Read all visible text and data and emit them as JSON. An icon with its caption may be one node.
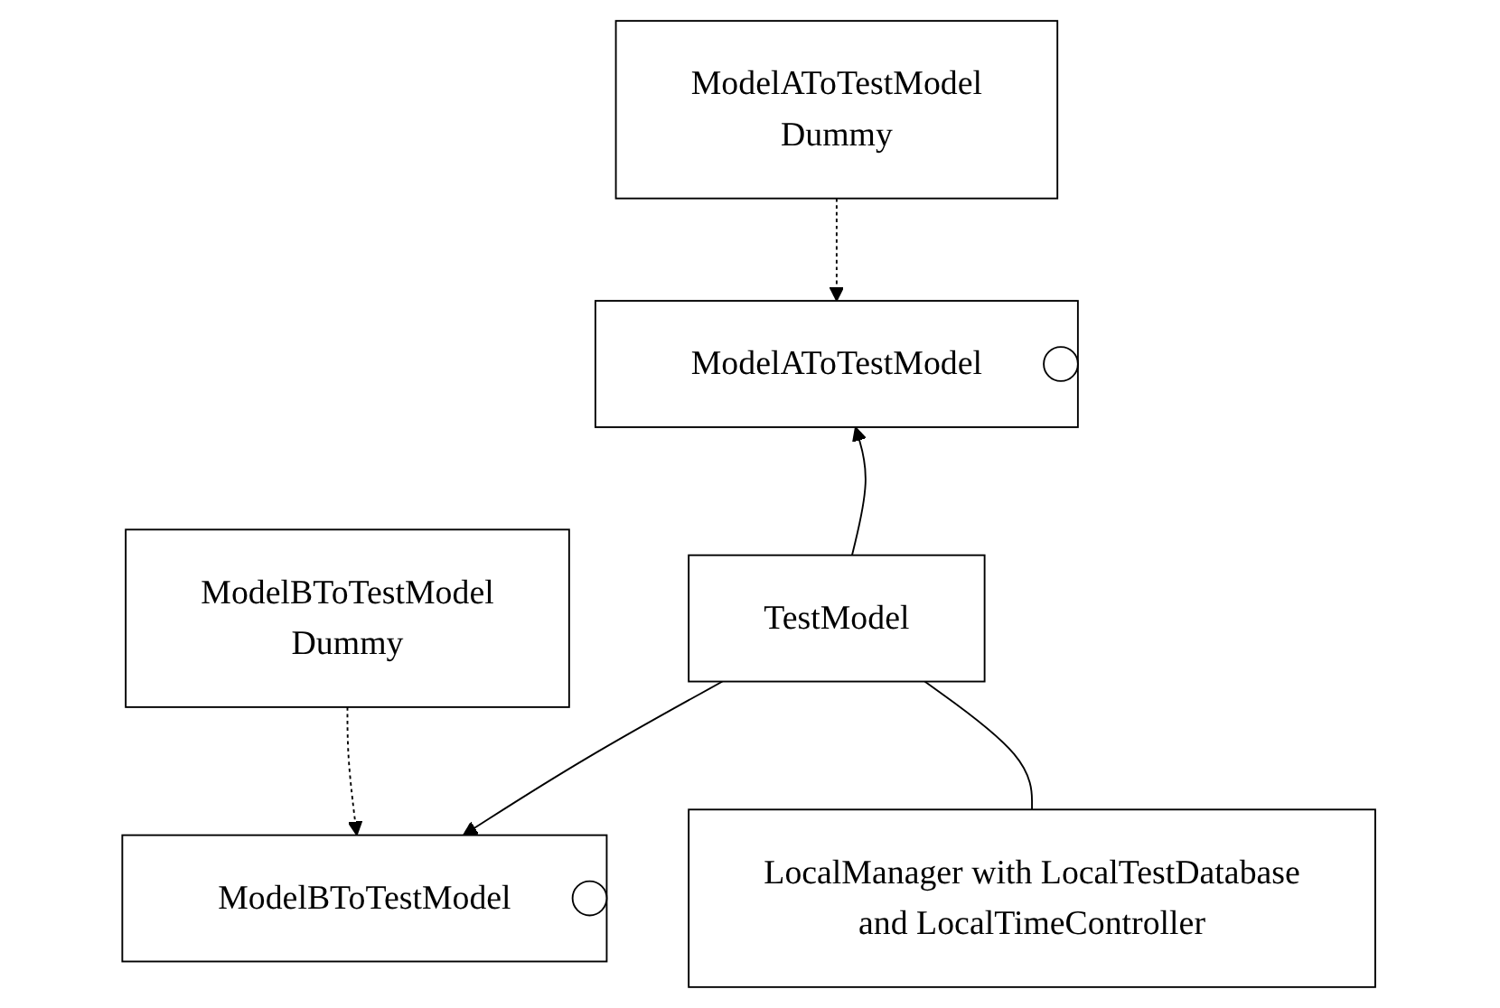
{
  "diagram": {
    "nodes": [
      {
        "text": [
          "ModelAToTestModel Dummy"
        ]
      },
      {
        "text": [
          "ModelBToTestModel Dummy"
        ]
      },
      {
        "text": [
          "ModelAToTestModel"
        ]
      },
      {
        "text": [
          "ModelBToTestModel"
        ]
      },
      {
        "text": [
          "TestModel"
        ]
      },
      {
        "text": [
          "LocalManager with LocalTestDatabase and LocalTimeController"
        ]
      }
    ],
    "edges": [
      {
        "from": 0,
        "to": 2,
        "arrow": "to",
        "style": "dashed"
      },
      {
        "from": 1,
        "to": 3,
        "arrow": "to",
        "style": "dashed"
      },
      {
        "from": 4,
        "to": 2,
        "arrow": "to"
      },
      {
        "from": 4,
        "to": 3,
        "arrow": "to"
      },
      {
        "from": 4,
        "to": 5,
        "arrow": "none"
      }
    ]
  }
}
